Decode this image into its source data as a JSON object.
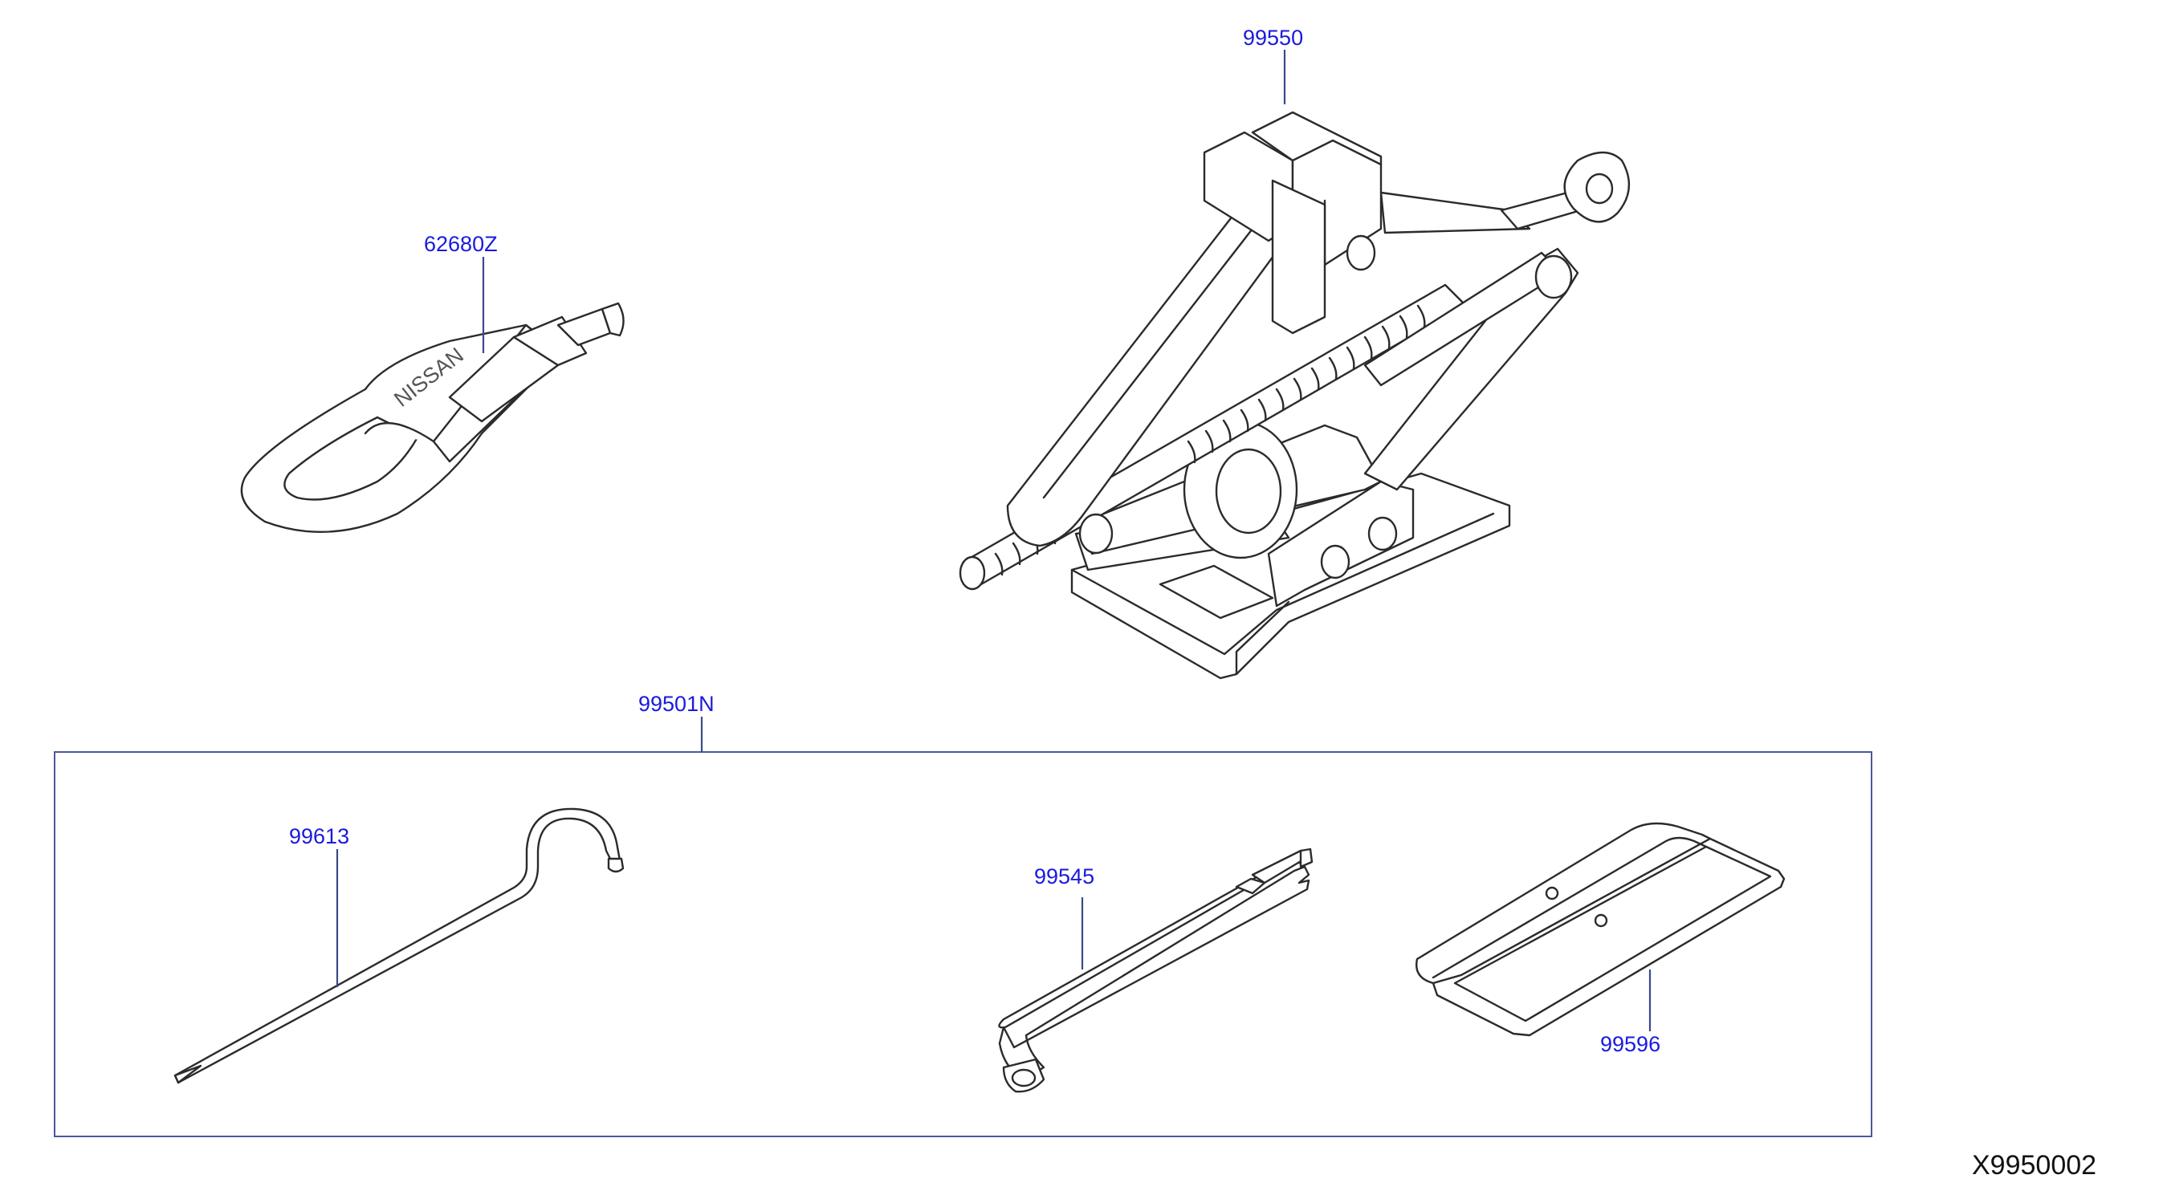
{
  "diagram": {
    "kit_label": "99501N",
    "reference_code": "X9950002",
    "parts": {
      "jack": {
        "number": "99550",
        "icon": "scissor-jack-icon"
      },
      "tow_hook": {
        "number": "62680Z",
        "icon": "tow-hook-icon",
        "engraving": "NISSAN"
      },
      "jack_handle_rod": {
        "number": "99613",
        "icon": "hook-rod-icon"
      },
      "wheel_nut_wrench": {
        "number": "99545",
        "icon": "lug-wrench-icon"
      },
      "jack_base_plate": {
        "number": "99596",
        "icon": "base-plate-icon"
      }
    }
  }
}
